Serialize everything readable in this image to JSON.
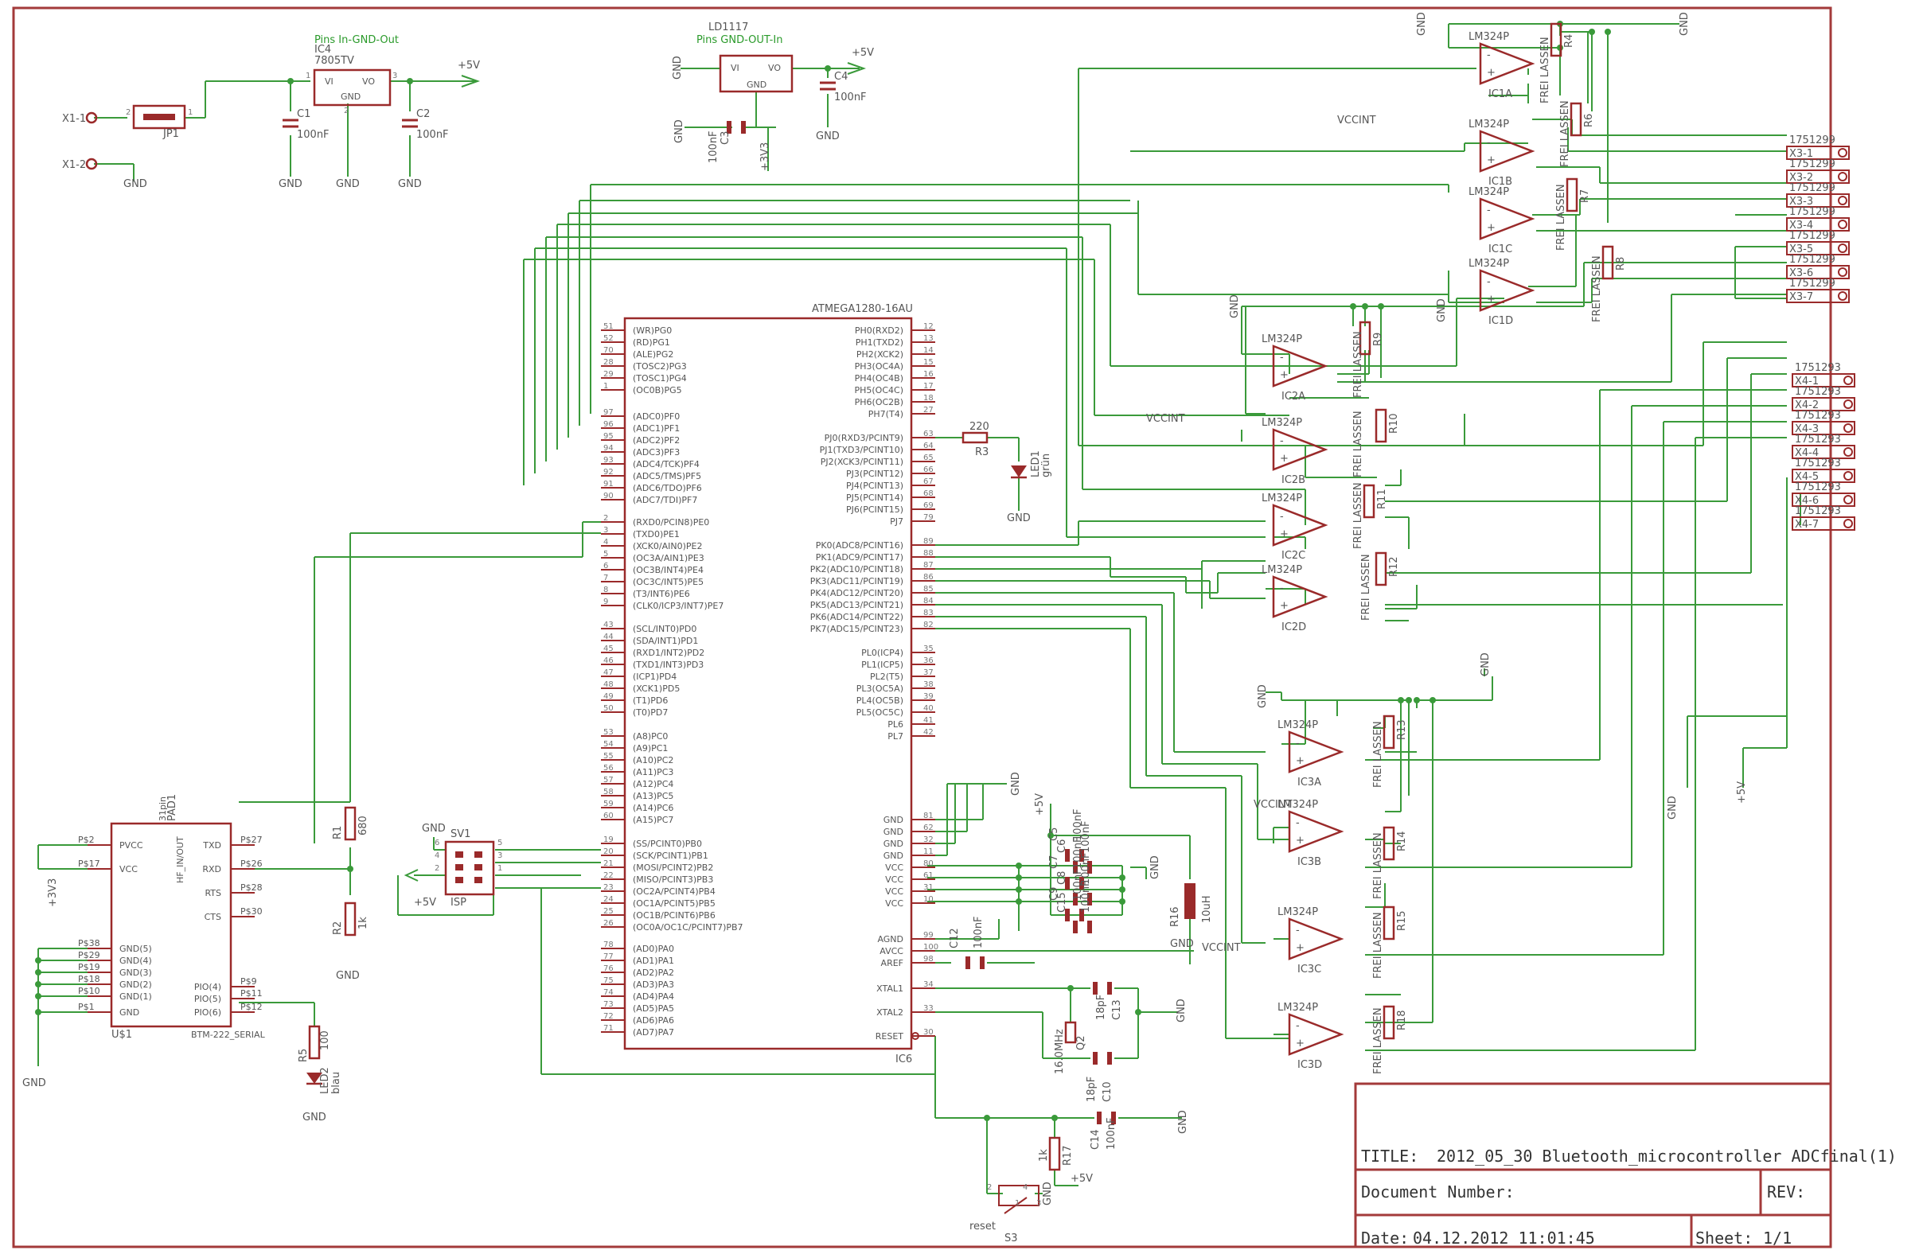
{
  "colors": {
    "wire": "#3a9a3a",
    "component": "#9a2a2a",
    "text": "#555555",
    "frame": "#a33a3a"
  },
  "regulator_5v": {
    "name": "IC4",
    "part": "7805TV",
    "note": "Pins In-GND-Out",
    "vi": "VI",
    "vo": "VO",
    "gnd": "GND",
    "out_label": "+5V",
    "p1": "1",
    "p2": "2",
    "p3": "3"
  },
  "regulator_3v3": {
    "name": "LD1117",
    "note": "Pins GND-OUT-In",
    "vi": "VI",
    "vo": "VO",
    "gnd": "GND",
    "out_label": "+5V",
    "rail": "+3V3"
  },
  "caps_top": [
    {
      "name": "C1",
      "value": "100nF"
    },
    {
      "name": "C2",
      "value": "100nF"
    },
    {
      "name": "C3",
      "value": "100nF"
    },
    {
      "name": "C4",
      "value": "100nF"
    }
  ],
  "connectors_in": [
    "X1-1",
    "X1-2"
  ],
  "jumper": {
    "name": "JP1",
    "p1": "1",
    "p2": "2"
  },
  "gnd": "GND",
  "mcu": {
    "name": "ATMEGA1280-16AU",
    "ref": "IC6",
    "left_pins": [
      {
        "num": "51",
        "name": "(WR)PG0"
      },
      {
        "num": "52",
        "name": "(RD)PG1"
      },
      {
        "num": "70",
        "name": "(ALE)PG2"
      },
      {
        "num": "28",
        "name": "(TOSC2)PG3"
      },
      {
        "num": "29",
        "name": "(TOSC1)PG4"
      },
      {
        "num": "1",
        "name": "(OC0B)PG5"
      },
      {
        "num": "97",
        "name": "(ADC0)PF0"
      },
      {
        "num": "96",
        "name": "(ADC1)PF1"
      },
      {
        "num": "95",
        "name": "(ADC2)PF2"
      },
      {
        "num": "94",
        "name": "(ADC3)PF3"
      },
      {
        "num": "93",
        "name": "(ADC4/TCK)PF4"
      },
      {
        "num": "92",
        "name": "(ADC5/TMS)PF5"
      },
      {
        "num": "91",
        "name": "(ADC6/TDO)PF6"
      },
      {
        "num": "90",
        "name": "(ADC7/TDI)PF7"
      },
      {
        "num": "2",
        "name": "(RXD0/PCIN8)PE0"
      },
      {
        "num": "3",
        "name": "(TXD0)PE1"
      },
      {
        "num": "4",
        "name": "(XCK0/AIN0)PE2"
      },
      {
        "num": "5",
        "name": "(OC3A/AIN1)PE3"
      },
      {
        "num": "6",
        "name": "(OC3B/INT4)PE4"
      },
      {
        "num": "7",
        "name": "(OC3C/INT5)PE5"
      },
      {
        "num": "8",
        "name": "(T3/INT6)PE6"
      },
      {
        "num": "9",
        "name": "(CLK0/ICP3/INT7)PE7"
      },
      {
        "num": "43",
        "name": "(SCL/INT0)PD0"
      },
      {
        "num": "44",
        "name": "(SDA/INT1)PD1"
      },
      {
        "num": "45",
        "name": "(RXD1/INT2)PD2"
      },
      {
        "num": "46",
        "name": "(TXD1/INT3)PD3"
      },
      {
        "num": "47",
        "name": "(ICP1)PD4"
      },
      {
        "num": "48",
        "name": "(XCK1)PD5"
      },
      {
        "num": "49",
        "name": "(T1)PD6"
      },
      {
        "num": "50",
        "name": "(T0)PD7"
      },
      {
        "num": "53",
        "name": "(A8)PC0"
      },
      {
        "num": "54",
        "name": "(A9)PC1"
      },
      {
        "num": "55",
        "name": "(A10)PC2"
      },
      {
        "num": "56",
        "name": "(A11)PC3"
      },
      {
        "num": "57",
        "name": "(A12)PC4"
      },
      {
        "num": "58",
        "name": "(A13)PC5"
      },
      {
        "num": "59",
        "name": "(A14)PC6"
      },
      {
        "num": "60",
        "name": "(A15)PC7"
      },
      {
        "num": "19",
        "name": "(SS/PCINT0)PB0"
      },
      {
        "num": "20",
        "name": "(SCK/PCINT1)PB1"
      },
      {
        "num": "21",
        "name": "(MOSI/PCINT2)PB2"
      },
      {
        "num": "22",
        "name": "(MISO/PCINT3)PB3"
      },
      {
        "num": "23",
        "name": "(OC2A/PCINT4)PB4"
      },
      {
        "num": "24",
        "name": "(OC1A/PCINT5)PB5"
      },
      {
        "num": "25",
        "name": "(OC1B/PCINT6)PB6"
      },
      {
        "num": "26",
        "name": "(OC0A/OC1C/PCINT7)PB7"
      },
      {
        "num": "78",
        "name": "(AD0)PA0"
      },
      {
        "num": "77",
        "name": "(AD1)PA1"
      },
      {
        "num": "76",
        "name": "(AD2)PA2"
      },
      {
        "num": "75",
        "name": "(AD3)PA3"
      },
      {
        "num": "74",
        "name": "(AD4)PA4"
      },
      {
        "num": "73",
        "name": "(AD5)PA5"
      },
      {
        "num": "72",
        "name": "(AD6)PA6"
      },
      {
        "num": "71",
        "name": "(AD7)PA7"
      }
    ],
    "right_pins": [
      {
        "num": "12",
        "name": "PH0(RXD2)"
      },
      {
        "num": "13",
        "name": "PH1(TXD2)"
      },
      {
        "num": "14",
        "name": "PH2(XCK2)"
      },
      {
        "num": "15",
        "name": "PH3(OC4A)"
      },
      {
        "num": "16",
        "name": "PH4(OC4B)"
      },
      {
        "num": "17",
        "name": "PH5(OC4C)"
      },
      {
        "num": "18",
        "name": "PH6(OC2B)"
      },
      {
        "num": "27",
        "name": "PH7(T4)"
      },
      {
        "num": "63",
        "name": "PJ0(RXD3/PCINT9)"
      },
      {
        "num": "64",
        "name": "PJ1(TXD3/PCINT10)"
      },
      {
        "num": "65",
        "name": "PJ2(XCK3/PCINT11)"
      },
      {
        "num": "66",
        "name": "PJ3(PCINT12)"
      },
      {
        "num": "67",
        "name": "PJ4(PCINT13)"
      },
      {
        "num": "68",
        "name": "PJ5(PCINT14)"
      },
      {
        "num": "69",
        "name": "PJ6(PCINT15)"
      },
      {
        "num": "79",
        "name": "PJ7"
      },
      {
        "num": "89",
        "name": "PK0(ADC8/PCINT16)"
      },
      {
        "num": "88",
        "name": "PK1(ADC9/PCINT17)"
      },
      {
        "num": "87",
        "name": "PK2(ADC10/PCINT18)"
      },
      {
        "num": "86",
        "name": "PK3(ADC11/PCINT19)"
      },
      {
        "num": "85",
        "name": "PK4(ADC12/PCINT20)"
      },
      {
        "num": "84",
        "name": "PK5(ADC13/PCINT21)"
      },
      {
        "num": "83",
        "name": "PK6(ADC14/PCINT22)"
      },
      {
        "num": "82",
        "name": "PK7(ADC15/PCINT23)"
      },
      {
        "num": "35",
        "name": "PL0(ICP4)"
      },
      {
        "num": "36",
        "name": "PL1(ICP5)"
      },
      {
        "num": "37",
        "name": "PL2(T5)"
      },
      {
        "num": "38",
        "name": "PL3(OC5A)"
      },
      {
        "num": "39",
        "name": "PL4(OC5B)"
      },
      {
        "num": "40",
        "name": "PL5(OC5C)"
      },
      {
        "num": "41",
        "name": "PL6"
      },
      {
        "num": "42",
        "name": "PL7"
      },
      {
        "num": "81",
        "name": "GND"
      },
      {
        "num": "62",
        "name": "GND"
      },
      {
        "num": "32",
        "name": "GND"
      },
      {
        "num": "11",
        "name": "GND"
      },
      {
        "num": "80",
        "name": "VCC"
      },
      {
        "num": "61",
        "name": "VCC"
      },
      {
        "num": "31",
        "name": "VCC"
      },
      {
        "num": "10",
        "name": "VCC"
      },
      {
        "num": "99",
        "name": "AGND"
      },
      {
        "num": "100",
        "name": "AVCC"
      },
      {
        "num": "98",
        "name": "AREF"
      },
      {
        "num": "34",
        "name": "XTAL1"
      },
      {
        "num": "33",
        "name": "XTAL2"
      },
      {
        "num": "30",
        "name": "RESET"
      }
    ]
  },
  "led1": {
    "res": "R3",
    "res_value": "220",
    "name": "LED1",
    "color": "grün"
  },
  "bluetooth": {
    "ref": "U$1",
    "part": "BTM-222_SERIAL",
    "pad": "PAD1",
    "pad_note": "31pin",
    "left_pins": [
      {
        "net": "P$2",
        "name": "PVCC"
      },
      {
        "net": "P$17",
        "name": "VCC"
      },
      {
        "net": "P$38",
        "name": "GND(5)"
      },
      {
        "net": "P$29",
        "name": "GND(4)"
      },
      {
        "net": "P$19",
        "name": "GND(3)"
      },
      {
        "net": "P$18",
        "name": "GND(2)"
      },
      {
        "net": "P$10",
        "name": "GND(1)"
      },
      {
        "net": "P$1",
        "name": "GND"
      }
    ],
    "right_pins": [
      {
        "net": "P$27",
        "name": "TXD"
      },
      {
        "net": "P$26",
        "name": "RXD"
      },
      {
        "net": "P$28",
        "name": "RTS"
      },
      {
        "net": "P$30",
        "name": "CTS"
      },
      {
        "net": "P$9",
        "name": "PIO(4)"
      },
      {
        "net": "P$11",
        "name": "PIO(5)"
      },
      {
        "net": "P$12",
        "name": "PIO(6)"
      }
    ],
    "center_label": "HF_IN/OUT"
  },
  "divider": {
    "r1": "R1",
    "r1_value": "680",
    "r2": "R2",
    "r2_value": "1k"
  },
  "led2": {
    "res": "R5",
    "res_value": "100",
    "name": "LED2",
    "color": "blau"
  },
  "isp": {
    "name": "SV1",
    "label": "ISP",
    "supply": "+5V",
    "pins": [
      "6",
      "5",
      "4",
      "3",
      "2",
      "1"
    ]
  },
  "rail_3v3": "+3V3",
  "rail_5v": "+5V",
  "vccint": "VCCINT",
  "caps_mcu": [
    {
      "name": "C5",
      "value": "100nF"
    },
    {
      "name": "C6",
      "value": "100nF"
    },
    {
      "name": "C7",
      "value": "100nF"
    },
    {
      "name": "C8",
      "value": "100nF"
    },
    {
      "name": "C9",
      "value": "100nF"
    },
    {
      "name": "C15",
      "value": "100nF"
    },
    {
      "name": "C12",
      "value": "100nF"
    }
  ],
  "inductor": {
    "name": "R16",
    "value": "10uH"
  },
  "crystal": {
    "name": "Q2",
    "value": "16.0MHz",
    "c_a": "C13",
    "c_a_value": "18pF",
    "c_b": "C10",
    "c_b_value": "18pF"
  },
  "reset_circuit": {
    "cap": "C14",
    "cap_value": "100nF",
    "res": "R17",
    "res_value": "1k",
    "switch": "S3",
    "label": "reset",
    "pins": [
      "1",
      "2",
      "3",
      "4"
    ]
  },
  "opamp_groups": [
    {
      "part": "LM324P",
      "units": [
        "IC1A",
        "IC1B",
        "IC1C",
        "IC1D"
      ],
      "resistors": [
        "R4",
        "R6",
        "R7",
        "R8"
      ]
    },
    {
      "part": "LM324P",
      "units": [
        "IC2A",
        "IC2B",
        "IC2C",
        "IC2D"
      ],
      "resistors": [
        "R9",
        "R10",
        "R11",
        "R12"
      ]
    },
    {
      "part": "LM324P",
      "units": [
        "IC3A",
        "IC3B",
        "IC3C",
        "IC3D"
      ],
      "resistors": [
        "R13",
        "R14",
        "R15",
        "R18"
      ]
    }
  ],
  "frei_lassen": "FREI LASSEN",
  "opamp_pin_labels": {
    "plus": "+",
    "minus": "-"
  },
  "connector_x3": {
    "part": "1751299",
    "pins": [
      "X3-1",
      "X3-2",
      "X3-3",
      "X3-4",
      "X3-5",
      "X3-6",
      "X3-7"
    ]
  },
  "connector_x4": {
    "part": "1751293",
    "pins": [
      "X4-1",
      "X4-2",
      "X4-3",
      "X4-4",
      "X4-5",
      "X4-6",
      "X4-7"
    ]
  },
  "title_block": {
    "title_label": "TITLE:",
    "title": "2012_05_30 Bluetooth_microcontroller ADCfinal(1)",
    "doc_label": "Document Number:",
    "rev_label": "REV:",
    "date_label": "Date:",
    "date": "04.12.2012 11:01:45",
    "sheet_label": "Sheet:",
    "sheet": "1/1"
  }
}
